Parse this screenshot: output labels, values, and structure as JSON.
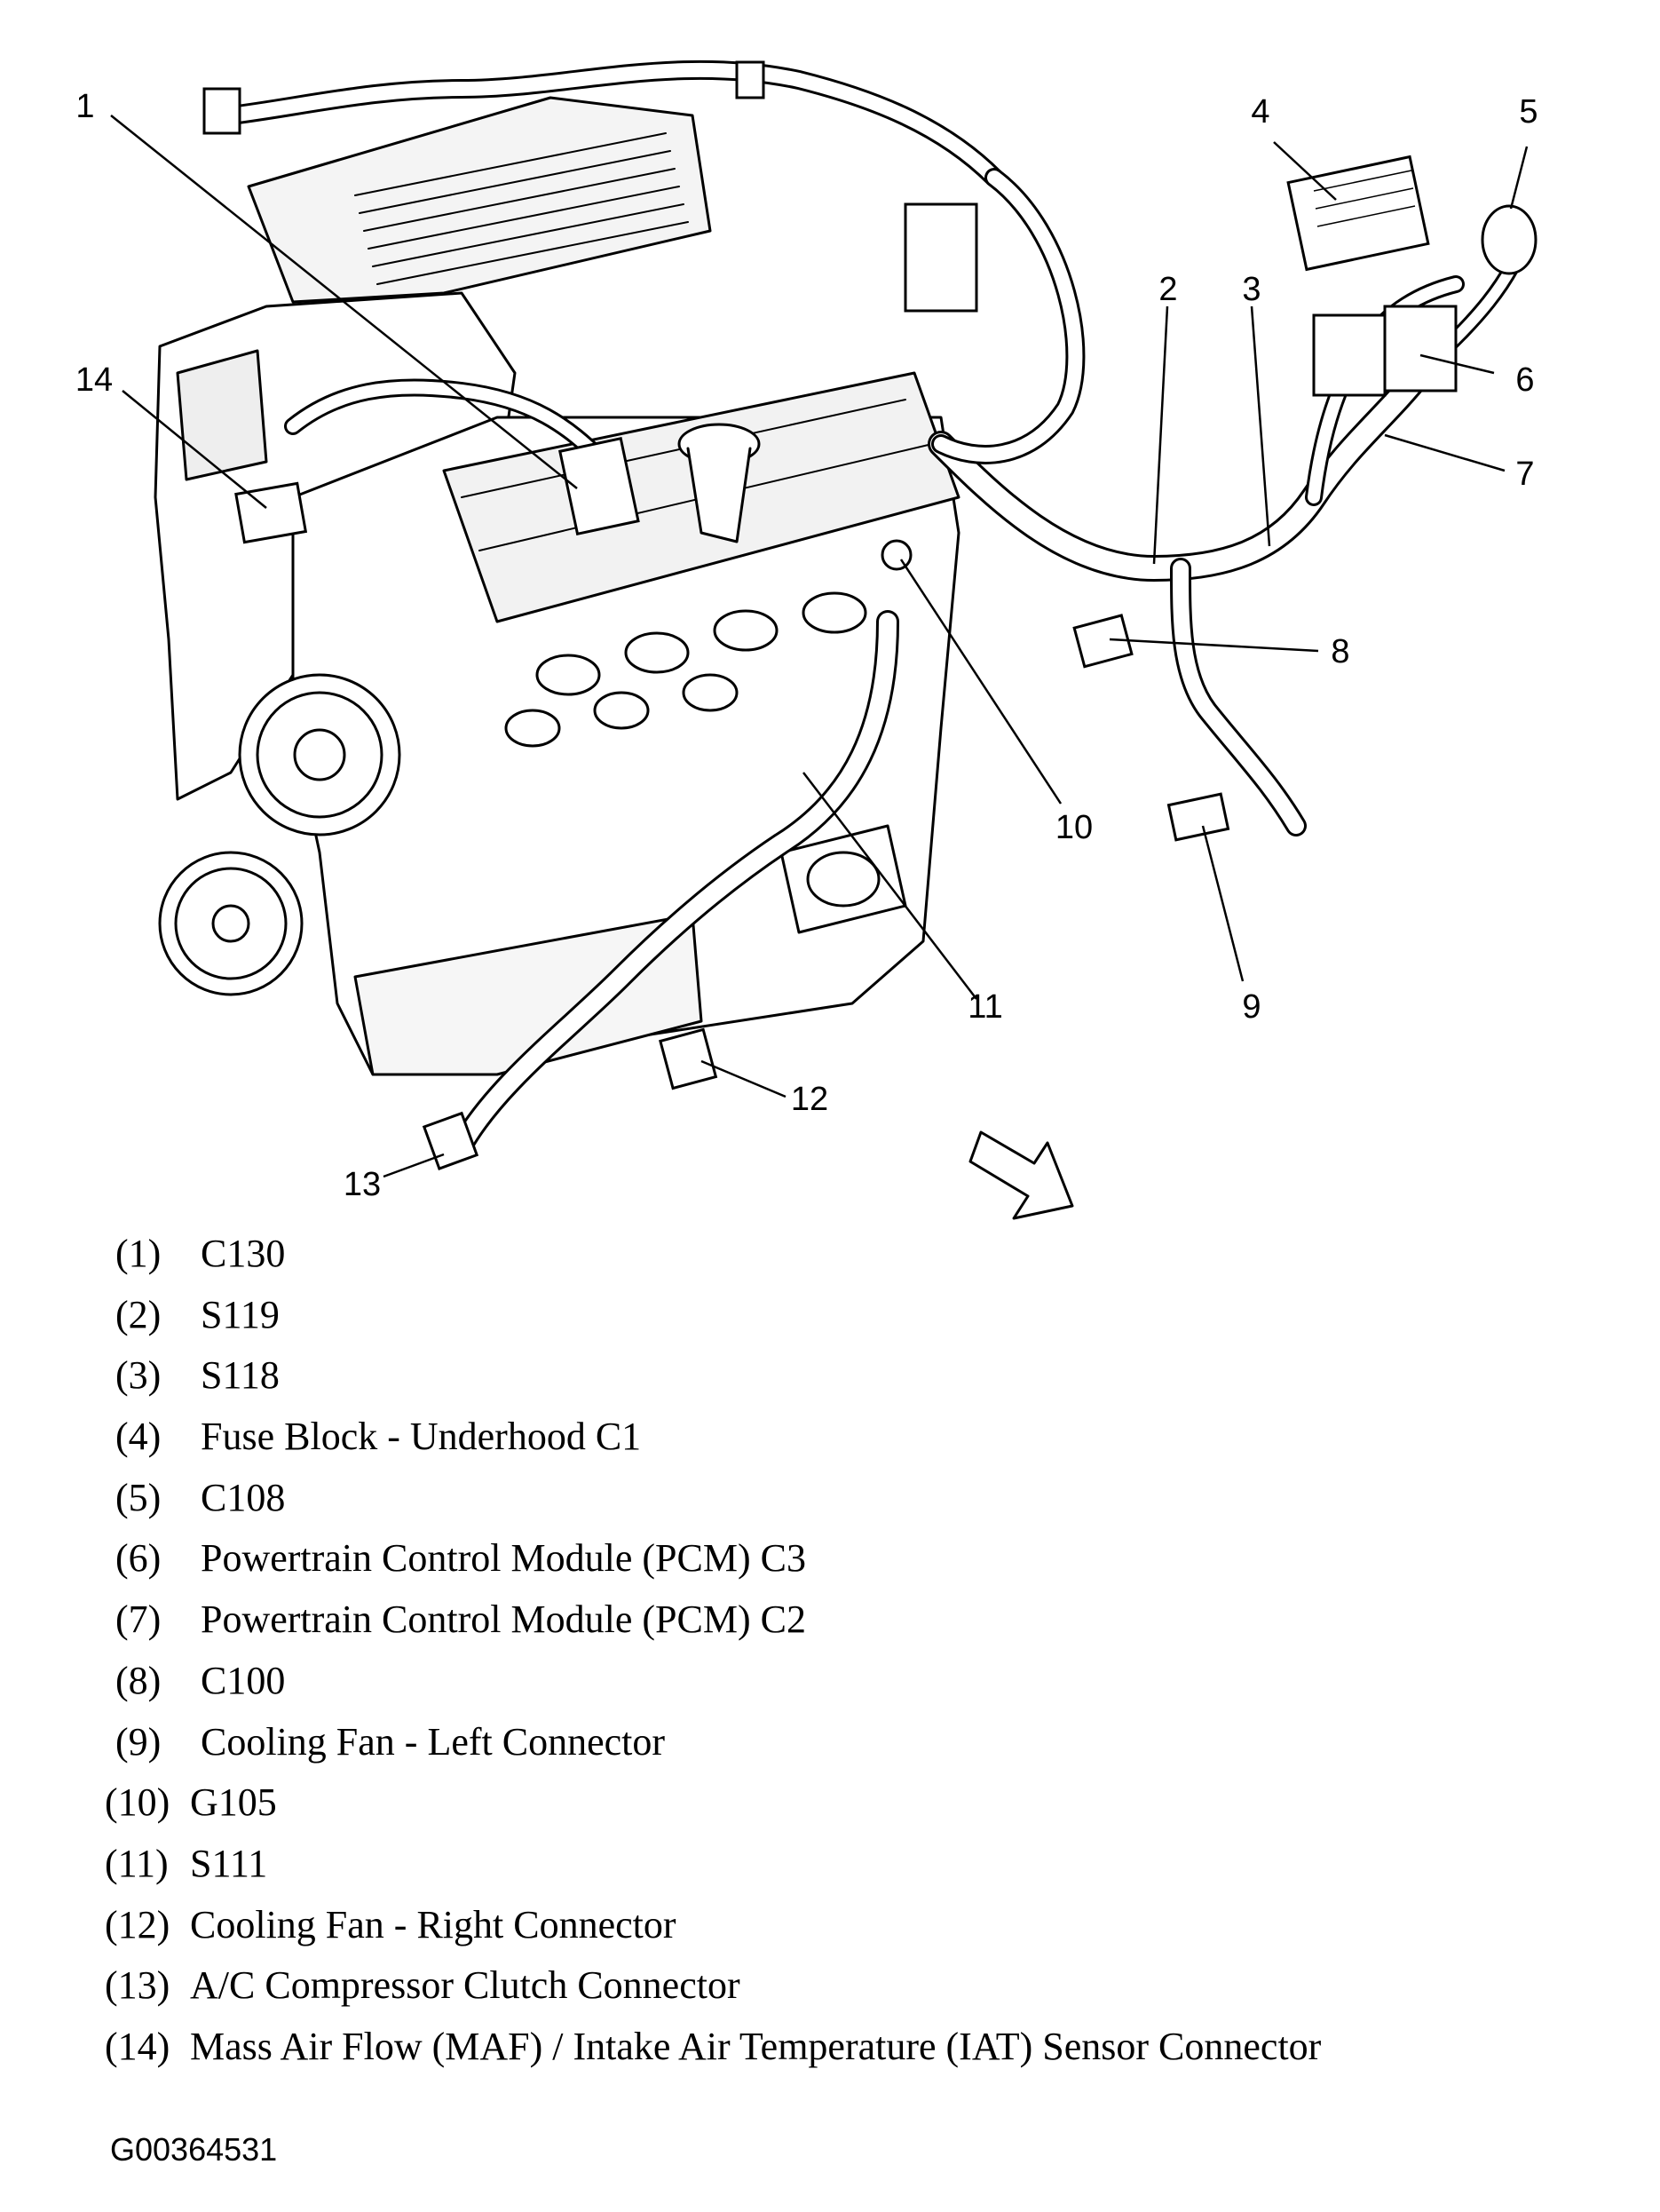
{
  "diagram": {
    "icons": {
      "engine": "engine-block-illustration",
      "harness": "wiring-harness-illustration",
      "direction": "front-direction-arrow-icon"
    },
    "callouts": [
      "1",
      "2",
      "3",
      "4",
      "5",
      "6",
      "7",
      "8",
      "9",
      "10",
      "11",
      "12",
      "13",
      "14"
    ]
  },
  "legend": [
    {
      "num": "(1)",
      "text": "C130"
    },
    {
      "num": "(2)",
      "text": "S119"
    },
    {
      "num": "(3)",
      "text": "S118"
    },
    {
      "num": "(4)",
      "text": "Fuse Block - Underhood C1"
    },
    {
      "num": "(5)",
      "text": "C108"
    },
    {
      "num": "(6)",
      "text": "Powertrain Control Module (PCM) C3"
    },
    {
      "num": "(7)",
      "text": "Powertrain Control Module (PCM) C2"
    },
    {
      "num": "(8)",
      "text": "C100"
    },
    {
      "num": "(9)",
      "text": "Cooling Fan - Left Connector"
    },
    {
      "num": "(10)",
      "text": "G105"
    },
    {
      "num": "(11)",
      "text": "S111"
    },
    {
      "num": "(12)",
      "text": "Cooling Fan - Right Connector"
    },
    {
      "num": "(13)",
      "text": "A/C Compressor Clutch Connector"
    },
    {
      "num": "(14)",
      "text": "Mass Air Flow (MAF) / Intake Air Temperature (IAT) Sensor Connector"
    }
  ],
  "figure_id": "G00364531"
}
